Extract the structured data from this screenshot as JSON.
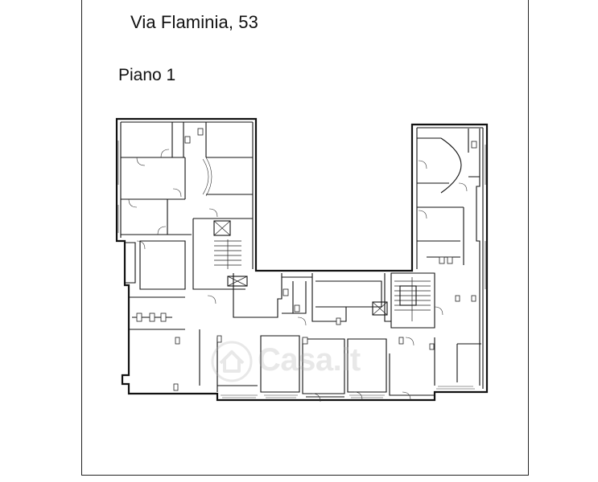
{
  "header": {
    "address": "Via Flaminia, 53",
    "floor_label": "Piano 1"
  },
  "watermark": {
    "brand": "Casa.it"
  },
  "colors": {
    "line": "#111111",
    "background": "#ffffff",
    "watermark": "#b0b0b0"
  },
  "icons": {
    "watermark_icon": "house-icon"
  }
}
